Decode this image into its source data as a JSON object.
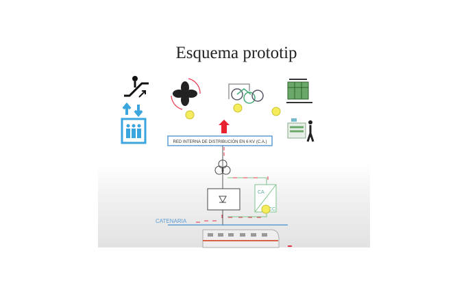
{
  "slide": {
    "title": "Esquema prototip",
    "distribution_box": "RED INTERNA DE DISTRIBUCIÓN EN 6 KV (C.A.)",
    "catenary_label": "CATENARIA",
    "converter_ac": "CA",
    "converter_dc": "CC"
  },
  "icons": [
    "escalator-icon",
    "elevator-icon",
    "fan-icon",
    "bicycle-icon",
    "equipment-rack-icon",
    "ticket-machine-icon",
    "transformer-icon",
    "rectifier-icon",
    "train-icon"
  ],
  "colors": {
    "flow_arrow": "#e8334a",
    "line_blue": "#5b9bd5",
    "converter_green": "#7cc28a",
    "dot_yellow": "#f4ec5a",
    "icon_blue": "#3aa6dd"
  }
}
